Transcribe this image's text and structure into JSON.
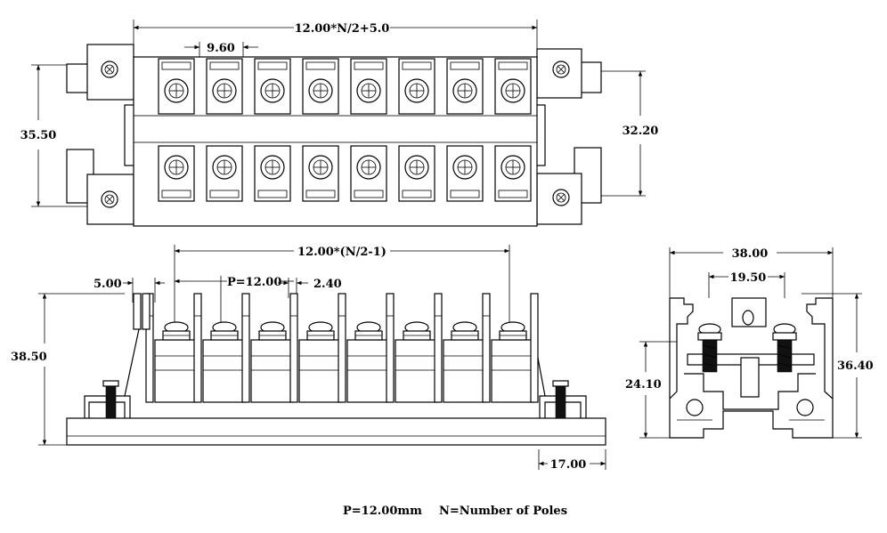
{
  "dimensions": {
    "top_total_width": "12.00*N/2+5.0",
    "top_pitch": "9.60",
    "left_height": "35.50",
    "right_height": "32.20",
    "side_span": "12.00*(N/2-1)",
    "side_margin": "5.00",
    "side_pitch": "P=12.00",
    "side_gap": "2.40",
    "side_height": "38.50",
    "side_rail": "17.00",
    "end_width": "38.00",
    "end_inner": "19.50",
    "end_left_height": "24.10",
    "end_right_height": "36.40"
  },
  "footer": {
    "pitch_note": "P=12.00mm",
    "poles_note": "N=Number of Poles"
  },
  "poles_shown": 8
}
